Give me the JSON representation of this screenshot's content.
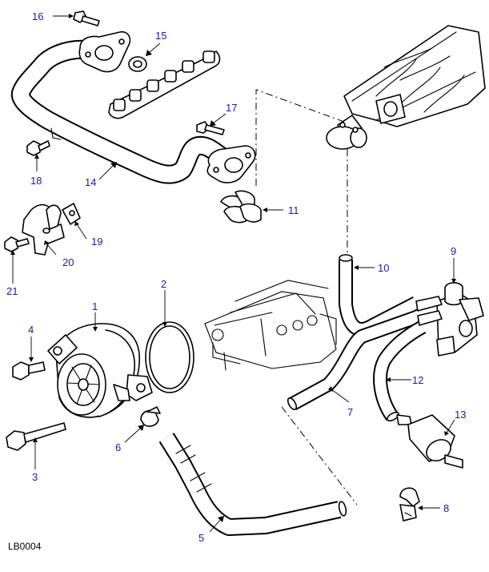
{
  "diagram": {
    "code": "LB0004",
    "callouts": [
      {
        "id": "1"
      },
      {
        "id": "2"
      },
      {
        "id": "3"
      },
      {
        "id": "4"
      },
      {
        "id": "5"
      },
      {
        "id": "6"
      },
      {
        "id": "7"
      },
      {
        "id": "8"
      },
      {
        "id": "9"
      },
      {
        "id": "10"
      },
      {
        "id": "11"
      },
      {
        "id": "12"
      },
      {
        "id": "13"
      },
      {
        "id": "14"
      },
      {
        "id": "15"
      },
      {
        "id": "16"
      },
      {
        "id": "17"
      },
      {
        "id": "18"
      },
      {
        "id": "19"
      },
      {
        "id": "20"
      },
      {
        "id": "21"
      }
    ]
  }
}
